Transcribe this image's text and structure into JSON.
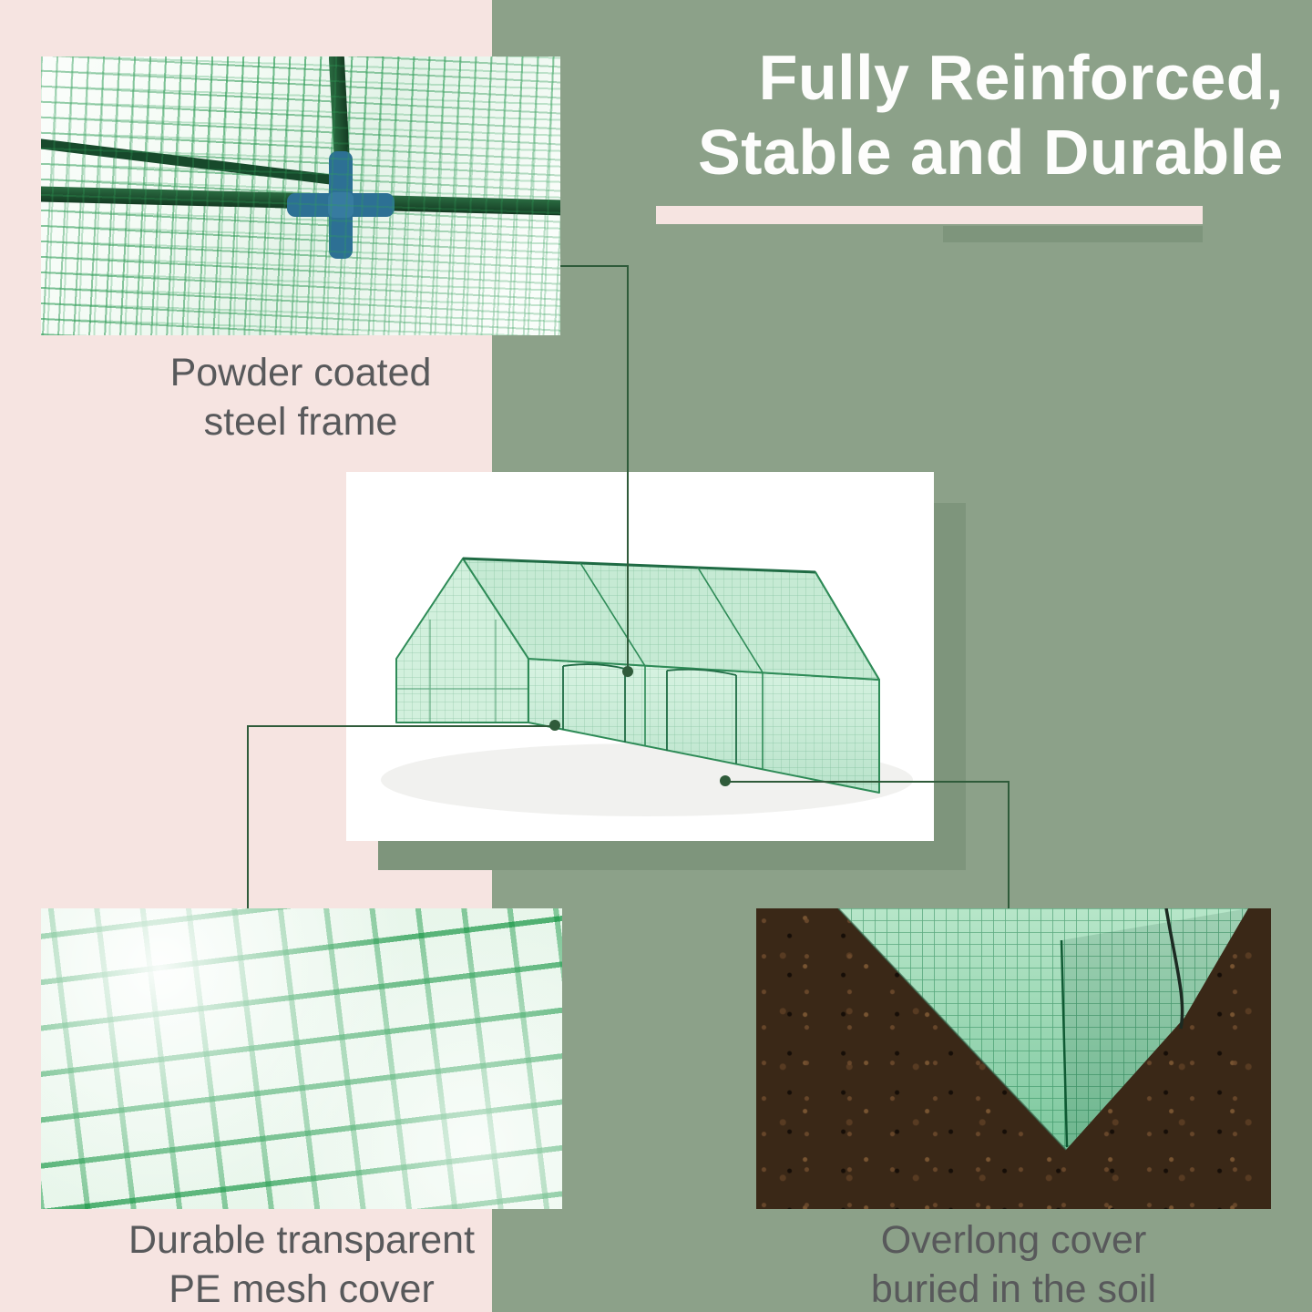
{
  "colors": {
    "panel_pink": "#f6e4e1",
    "panel_green": "#8ca189",
    "accent_sage_dark": "#7e957c",
    "connector_green": "#2f5b3a",
    "caption_gray": "#58595b",
    "heading_white": "#fdfdfc",
    "mesh_green": "#2e8b57",
    "connector_blue": "#2d7094",
    "soil_brown": "#3a2817"
  },
  "heading": {
    "line1": "Fully Reinforced,",
    "line2": "Stable and Durable"
  },
  "callouts": {
    "steel_frame": {
      "photo": "steel-frame-joint-photo",
      "line1": "Powder coated",
      "line2": "steel frame"
    },
    "mesh_cover": {
      "photo": "pe-mesh-closeup-photo",
      "line1": "Durable transparent",
      "line2": "PE mesh cover"
    },
    "buried_cover": {
      "photo": "cover-buried-in-soil-photo",
      "line1": "Overlong cover",
      "line2": "buried in the soil"
    }
  },
  "product": {
    "illustration": "mini-tunnel-greenhouse-photo"
  }
}
